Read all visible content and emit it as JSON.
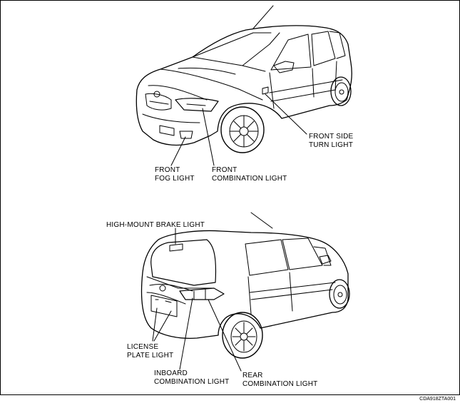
{
  "labels": {
    "front_side_turn": [
      "FRONT SIDE",
      "TURN LIGHT"
    ],
    "front_fog": [
      "FRONT",
      "FOG LIGHT"
    ],
    "front_combination": [
      "FRONT",
      "COMBINATION LIGHT"
    ],
    "high_mount_brake": [
      "HIGH-MOUNT BRAKE LIGHT"
    ],
    "license_plate": [
      "LICENSE",
      "PLATE LIGHT"
    ],
    "inboard_combination": [
      "INBOARD",
      "COMBINATION LIGHT"
    ],
    "rear_combination": [
      "REAR",
      "COMBINATION LIGHT"
    ]
  },
  "figure_code": "CDA918ZTA001"
}
